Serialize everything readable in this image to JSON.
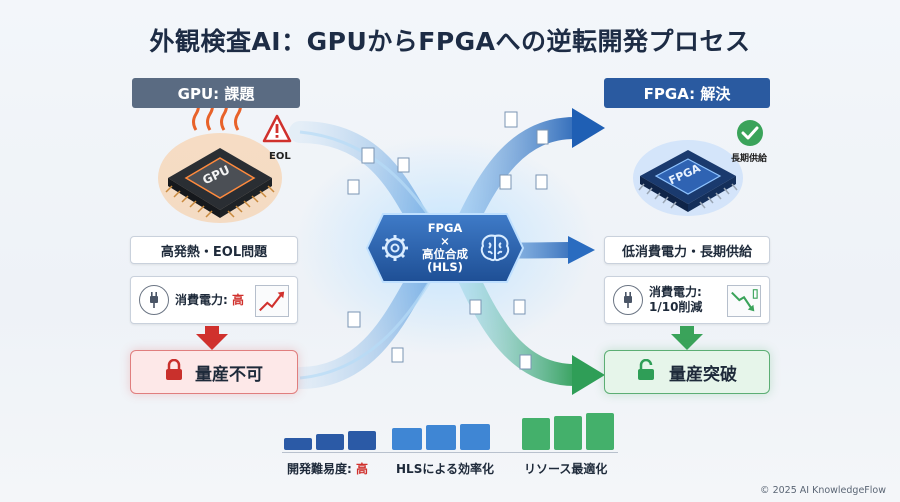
{
  "title": "外観検査AI：GPUからFPGAへの逆転開発プロセス",
  "left": {
    "header": "GPU: 課題",
    "chip_label": "GPU",
    "alert_label": "EOL",
    "issue": "高発熱・EOL問題",
    "power_prefix": "消費電力: ",
    "power_value": "高",
    "result": "量産不可",
    "accent": "#d0312d"
  },
  "center": {
    "line1": "FPGA",
    "line2": "×",
    "line3": "高位合成",
    "line4": "(HLS)"
  },
  "right": {
    "header": "FPGA: 解決",
    "chip_label": "FPGA",
    "badge_label": "長期供給",
    "issue": "低消費電力・長期供給",
    "power_line1": "消費電力:",
    "power_line2": "1/10削減",
    "result": "量産突破",
    "accent": "#3aa35a"
  },
  "legend": [
    {
      "prefix": "開発難易度: ",
      "value": "高"
    },
    {
      "label": "HLSによる効率化"
    },
    {
      "label": "リソース最適化"
    }
  ],
  "footer": "© 2025 AI KnowledgeFlow",
  "icons": [
    "warning-icon",
    "check-icon",
    "plug-icon",
    "gear-icon",
    "brain-icon",
    "lock-icon",
    "unlock-icon",
    "document-icon"
  ]
}
